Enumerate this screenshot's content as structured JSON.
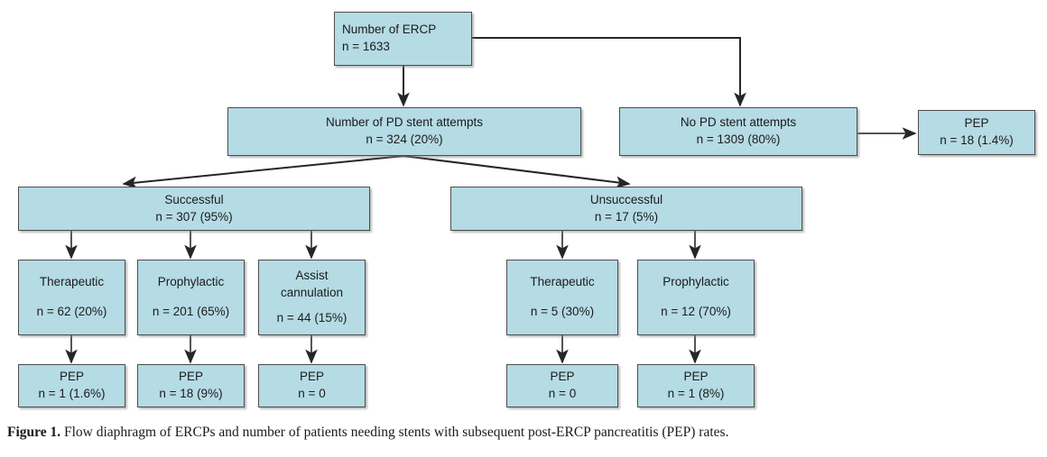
{
  "figure": {
    "caption_label": "Figure 1.",
    "caption_text": " Flow diaphragm of ERCPs and number of patients needing stents with subsequent post-ERCP pancreatitis (PEP) rates."
  },
  "style": {
    "node_fill": "#b5dbe4",
    "node_border": "#4c4c4c",
    "connector_color": "#262626",
    "background": "#ffffff"
  },
  "chart_data": {
    "type": "diagram",
    "title": "Flow diaphragm of ERCPs and number of patients needing stents with subsequent post-ERCP pancreatitis (PEP) rates",
    "nodes": [
      {
        "id": "ercp",
        "title": "Number of ERCP",
        "count": "n = 1633"
      },
      {
        "id": "pd-attempts",
        "title": "Number of PD stent attempts",
        "count": "n = 324 (20%)"
      },
      {
        "id": "no-pd-attempts",
        "title": "No PD stent attempts",
        "count": "n = 1309 (80%)"
      },
      {
        "id": "pep-no-pd",
        "title": "PEP",
        "count": "n = 18 (1.4%)"
      },
      {
        "id": "successful",
        "title": "Successful",
        "count": "n = 307 (95%)"
      },
      {
        "id": "unsuccessful",
        "title": "Unsuccessful",
        "count": "n = 17 (5%)"
      },
      {
        "id": "succ-therapeutic",
        "title": "Therapeutic",
        "count": "n = 62 (20%)"
      },
      {
        "id": "succ-prophylactic",
        "title": "Prophylactic",
        "count": "n = 201 (65%)"
      },
      {
        "id": "succ-assist",
        "title": "Assist\ncannulation",
        "count": "n = 44 (15%)"
      },
      {
        "id": "unsucc-therapeutic",
        "title": "Therapeutic",
        "count": "n = 5 (30%)"
      },
      {
        "id": "unsucc-prophylactic",
        "title": "Prophylactic",
        "count": "n = 12 (70%)"
      },
      {
        "id": "pep-succ-therapeutic",
        "title": "PEP",
        "count": "n = 1 (1.6%)"
      },
      {
        "id": "pep-succ-prophylactic",
        "title": "PEP",
        "count": "n = 18 (9%)"
      },
      {
        "id": "pep-succ-assist",
        "title": "PEP",
        "count": "n = 0"
      },
      {
        "id": "pep-unsucc-therapeutic",
        "title": "PEP",
        "count": "n = 0"
      },
      {
        "id": "pep-unsucc-prophylactic",
        "title": "PEP",
        "count": "n = 1 (8%)"
      }
    ],
    "edges": [
      {
        "from": "ercp",
        "to": "pd-attempts"
      },
      {
        "from": "ercp",
        "to": "no-pd-attempts"
      },
      {
        "from": "no-pd-attempts",
        "to": "pep-no-pd"
      },
      {
        "from": "pd-attempts",
        "to": "successful"
      },
      {
        "from": "pd-attempts",
        "to": "unsuccessful"
      },
      {
        "from": "successful",
        "to": "succ-therapeutic"
      },
      {
        "from": "successful",
        "to": "succ-prophylactic"
      },
      {
        "from": "successful",
        "to": "succ-assist"
      },
      {
        "from": "unsuccessful",
        "to": "unsucc-therapeutic"
      },
      {
        "from": "unsuccessful",
        "to": "unsucc-prophylactic"
      },
      {
        "from": "succ-therapeutic",
        "to": "pep-succ-therapeutic"
      },
      {
        "from": "succ-prophylactic",
        "to": "pep-succ-prophylactic"
      },
      {
        "from": "succ-assist",
        "to": "pep-succ-assist"
      },
      {
        "from": "unsucc-therapeutic",
        "to": "pep-unsucc-therapeutic"
      },
      {
        "from": "unsucc-prophylactic",
        "to": "pep-unsucc-prophylactic"
      }
    ]
  }
}
